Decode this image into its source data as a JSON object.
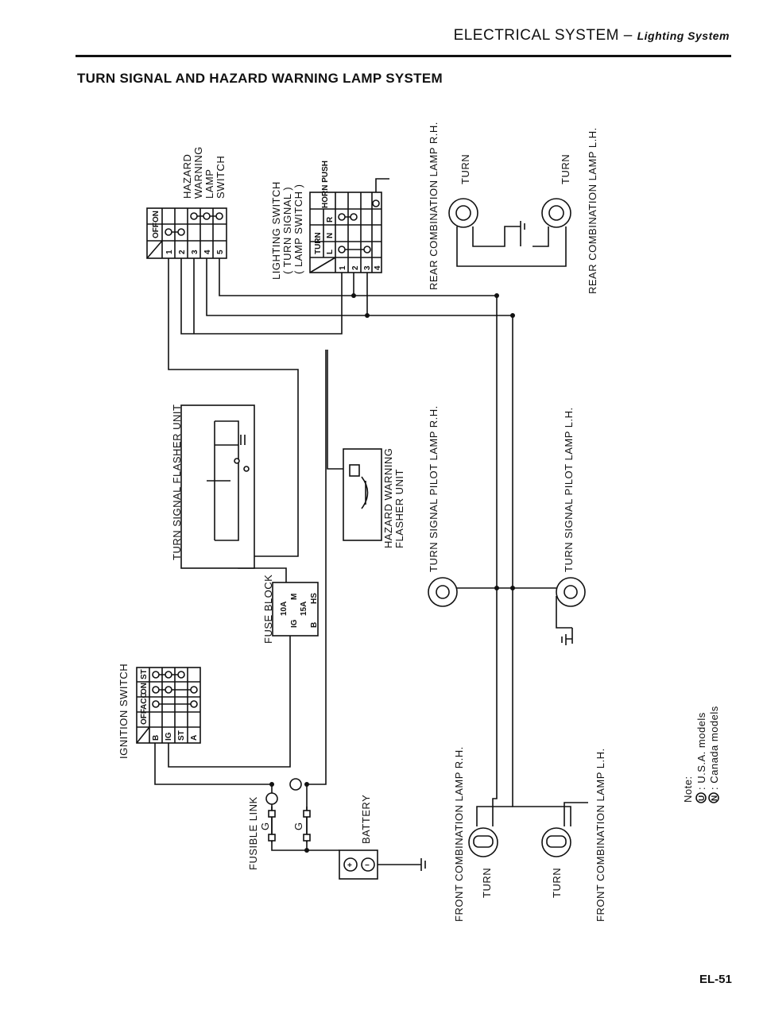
{
  "header": {
    "section": "ELECTRICAL SYSTEM",
    "subsection": "Lighting System"
  },
  "title": "TURN SIGNAL AND HAZARD WARNING LAMP SYSTEM",
  "page_number": "EL-51",
  "components": {
    "hazard_switch": {
      "label": [
        "HAZARD",
        "WARNING",
        "LAMP",
        "SWITCH"
      ],
      "rows": [
        "OFF",
        "ON"
      ],
      "terminals": [
        "1",
        "2",
        "3",
        "4",
        "5"
      ]
    },
    "lighting_switch": {
      "label": [
        "LIGHTING SWITCH",
        "( TURN SIGNAL )",
        "( LAMP SWITCH )"
      ],
      "rows": [
        "TURN",
        "HORN PUSH",
        "L",
        "N",
        "R"
      ],
      "terminals": [
        "1",
        "2",
        "3",
        "4"
      ]
    },
    "rear_lamp_rh": {
      "label": "REAR COMBINATION LAMP R.H.",
      "bulb": "TURN"
    },
    "rear_lamp_lh": {
      "label": "REAR COMBINATION LAMP L.H.",
      "bulb": "TURN"
    },
    "flasher_unit": {
      "label": "TURN SIGNAL FLASHER UNIT"
    },
    "hazard_flasher": {
      "label": [
        "HAZARD WARNING",
        "FLASHER UNIT"
      ]
    },
    "pilot_rh": {
      "label": "TURN SIGNAL PILOT LAMP R.H."
    },
    "pilot_lh": {
      "label": "TURN SIGNAL PILOT LAMP L.H."
    },
    "fuse_block": {
      "label": "FUSE BLOCK",
      "fuses": [
        "10A",
        "15A"
      ],
      "terms": [
        "IG",
        "M",
        "B",
        "HS"
      ]
    },
    "ignition_switch": {
      "label": "IGNITION SWITCH",
      "rows": [
        "OFF",
        "ACC",
        "ON",
        "ST"
      ],
      "terminals": [
        "B",
        "IG",
        "ST",
        "A"
      ]
    },
    "fusible_link": {
      "label": "FUSIBLE LINK",
      "links": [
        "G",
        "G"
      ]
    },
    "battery": {
      "label": "BATTERY",
      "plus": "+",
      "minus": "−"
    },
    "front_lamp_rh": {
      "label": "FRONT COMBINATION LAMP R.H.",
      "bulb": "TURN"
    },
    "front_lamp_lh": {
      "label": "FRONT COMBINATION LAMP L.H.",
      "bulb": "TURN"
    }
  },
  "note": {
    "title": "Note:",
    "items": [
      {
        "mark": "U",
        "text": ": U.S.A. models"
      },
      {
        "mark": "N",
        "text": ": Canada models"
      }
    ]
  }
}
